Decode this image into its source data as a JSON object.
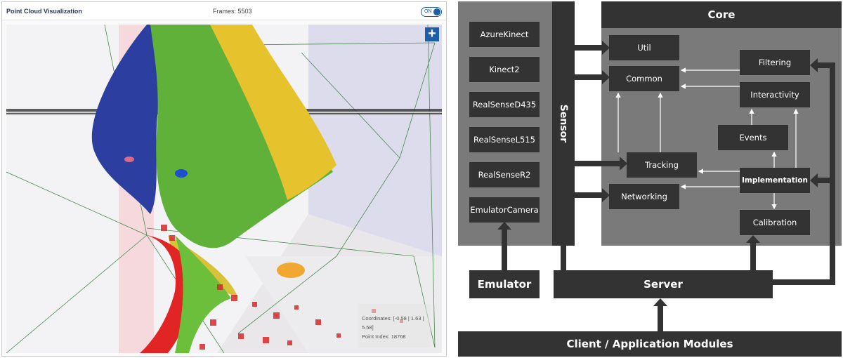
{
  "viz": {
    "title": "Point Cloud Visualization",
    "frames": "Frames: 5503",
    "toggle": "ON",
    "add_button": "+",
    "readout": {
      "coordinates": "Coordinates: [-0.58 | 1.63 | 5.58]",
      "point_index": "Point Index: 18768"
    }
  },
  "diagram": {
    "sensor_modules": [
      "AzureKinect",
      "Kinect2",
      "RealSenseD435",
      "RealSenseL515",
      "RealSenseR2",
      "EmulatorCamera"
    ],
    "sensor_label": "Sensor",
    "core_label": "Core",
    "core_modules": {
      "util": "Util",
      "common": "Common",
      "filtering": "Filtering",
      "interactivity": "Interactivity",
      "events": "Events",
      "tracking": "Tracking",
      "implementation": "Implementation",
      "networking": "Networking",
      "calibration": "Calibration"
    },
    "emulator": "Emulator",
    "server": "Server",
    "client": "Client / Application Modules"
  }
}
